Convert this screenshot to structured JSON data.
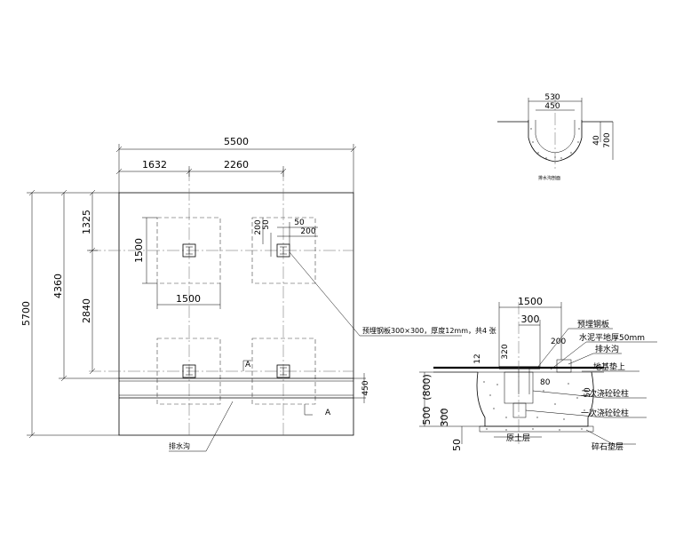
{
  "plan": {
    "dim_top_total": "5500",
    "dim_top_left": "1632",
    "dim_top_mid": "2260",
    "dim_left_total": "5700",
    "dim_left_mid": "4360",
    "dim_left_top": "1325",
    "dim_left_inner": "2840",
    "dim_pad_height": "1500",
    "dim_pad_width": "1500",
    "dim_detail_200a": "200",
    "dim_detail_50a": "50",
    "dim_detail_50b": "50",
    "dim_detail_200b": "200",
    "dim_trench_width": "450",
    "callout_plate": "预埋钢板300×300，厚度12mm，共4 张",
    "callout_trench": "排水沟",
    "section_mark_1": "A",
    "section_mark_2": "A"
  },
  "trench_section": {
    "dim_outer": "530",
    "dim_inner": "450",
    "dim_depth_small": "40",
    "dim_depth_total": "700",
    "caption": "排水沟剖面"
  },
  "section": {
    "dim_1500": "1500",
    "dim_300": "300",
    "dim_200": "200",
    "dim_12": "12",
    "dim_320": "320",
    "dim_80": "80",
    "dim_50": "50",
    "dim_800": "(800)",
    "dim_500": "500",
    "dim_300b": "300",
    "dim_50b": "50",
    "label_embedded_plate": "预埋钢板",
    "label_cement_floor": "水泥平地厚50mm",
    "label_trench": "排水沟",
    "label_ground_base": "地基垫上",
    "label_second_pour_column": "二次浇砼砼柱",
    "label_first_pour_column": "一次浇砼砼柱",
    "label_original_soil": "原土层",
    "label_gravel_base": "碎石垫层"
  }
}
